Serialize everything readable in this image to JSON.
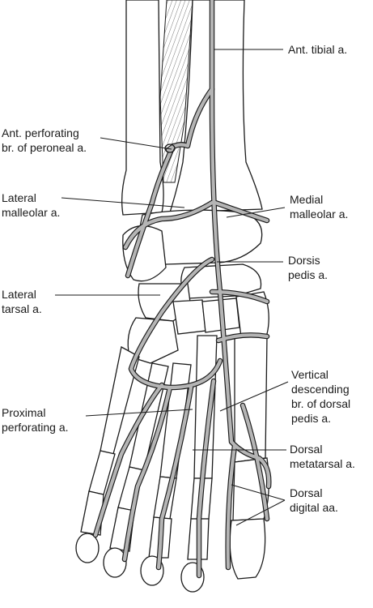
{
  "labels": {
    "ant_tibial": "Ant. tibial a.",
    "ant_perforating_1": "Ant. perforating",
    "ant_perforating_2": "br. of peroneal a.",
    "lateral_malleolar_1": "Lateral",
    "lateral_malleolar_2": "malleolar a.",
    "medial_malleolar_1": "Medial",
    "medial_malleolar_2": "malleolar a.",
    "dorsis_pedis_1": "Dorsis",
    "dorsis_pedis_2": "pedis a.",
    "lateral_tarsal_1": "Lateral",
    "lateral_tarsal_2": "tarsal a.",
    "vertical_desc_1": "Vertical",
    "vertical_desc_2": "descending",
    "vertical_desc_3": "br. of dorsal",
    "vertical_desc_4": "pedis a.",
    "proximal_perf_1": "Proximal",
    "proximal_perf_2": "perforating a.",
    "dorsal_metatarsal_1": "Dorsal",
    "dorsal_metatarsal_2": "metatarsal a.",
    "dorsal_digital_1": "Dorsal",
    "dorsal_digital_2": "digital aa."
  },
  "colors": {
    "ink": "#1a1a1a",
    "vessel_fill": "#b5b5b5",
    "bone_fill": "#ffffff",
    "background": "#ffffff"
  }
}
